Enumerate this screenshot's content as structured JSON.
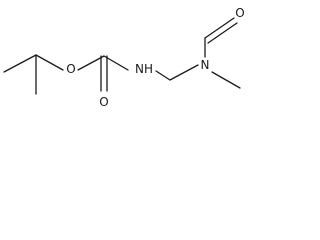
{
  "molecule": {
    "atoms": {
      "ester_oxygen": "O",
      "carbonyl_oxygen": "O",
      "carbamate_nitrogen": "NH",
      "amine_nitrogen": "N",
      "nitroso_oxygen": "O"
    }
  },
  "colors": {
    "bond": "#1a1a1a",
    "label": "#1a1a1a",
    "background": "#ffffff"
  }
}
